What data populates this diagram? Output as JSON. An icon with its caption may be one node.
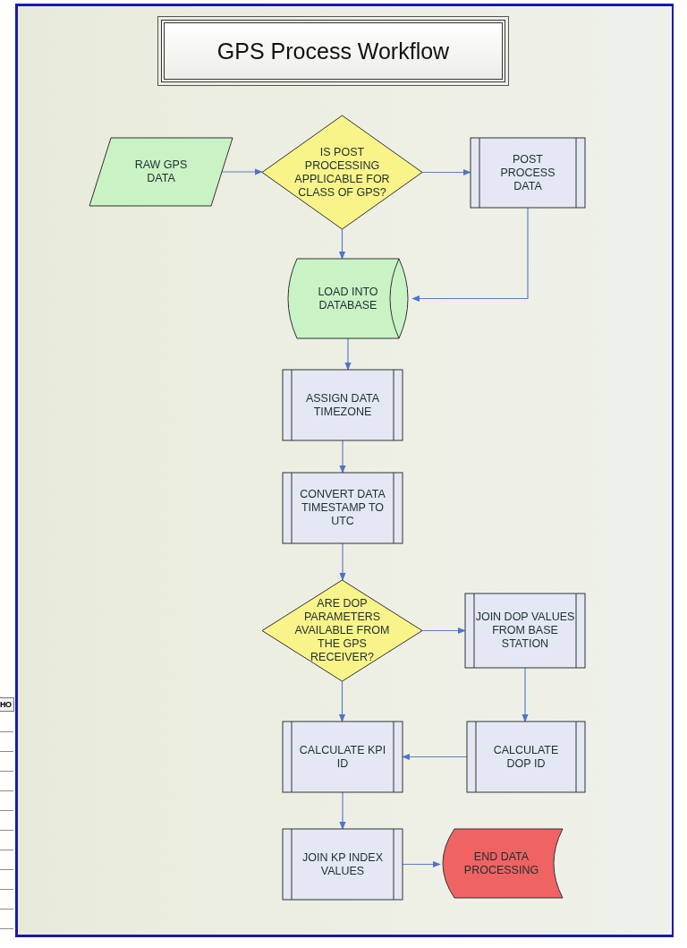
{
  "diagram": {
    "title": "GPS Process Workflow",
    "nodes": [
      {
        "text": [
          "RAW GPS DATA"
        ]
      },
      {
        "text": [
          "IS POST PROCESSING APPLICABLE FOR CLASS OF GPS?"
        ]
      },
      {
        "text": [
          "POST PROCESS DATA"
        ]
      },
      {
        "text": [
          "LOAD INTO DATABASE"
        ]
      },
      {
        "text": [
          "ASSIGN DATA TIMEZONE"
        ]
      },
      {
        "text": [
          "CONVERT DATA TIMESTAMP TO UTC"
        ]
      },
      {
        "text": [
          "ARE DOP PARAMETERS AVAILABLE FROM THE GPS RECEIVER?"
        ]
      },
      {
        "text": [
          "JOIN DOP VALUES FROM BASE STATION"
        ]
      },
      {
        "text": [
          "CALCULATE KPI ID"
        ]
      },
      {
        "text": [
          "CALCULATE DOP ID"
        ]
      },
      {
        "text": [
          "JOIN KP INDEX VALUES"
        ]
      },
      {
        "text": [
          "END DATA PROCESSING"
        ]
      }
    ],
    "edges": [
      {
        "from": 0,
        "to": 1,
        "arrow": "to"
      },
      {
        "from": 1,
        "to": 2,
        "arrow": "to"
      },
      {
        "from": 1,
        "to": 3,
        "arrow": "to"
      },
      {
        "from": 2,
        "to": 3,
        "arrow": "to"
      },
      {
        "from": 3,
        "to": 4,
        "arrow": "to"
      },
      {
        "from": 4,
        "to": 5,
        "arrow": "to"
      },
      {
        "from": 5,
        "to": 6,
        "arrow": "to"
      },
      {
        "from": 6,
        "to": 7,
        "arrow": "to"
      },
      {
        "from": 6,
        "to": 8,
        "arrow": "to"
      },
      {
        "from": 7,
        "to": 9,
        "arrow": "to"
      },
      {
        "from": 9,
        "to": 8,
        "arrow": "to"
      },
      {
        "from": 8,
        "to": 10,
        "arrow": "to"
      },
      {
        "from": 10,
        "to": 11,
        "arrow": "to"
      }
    ],
    "labels": [
      "HO"
    ]
  }
}
